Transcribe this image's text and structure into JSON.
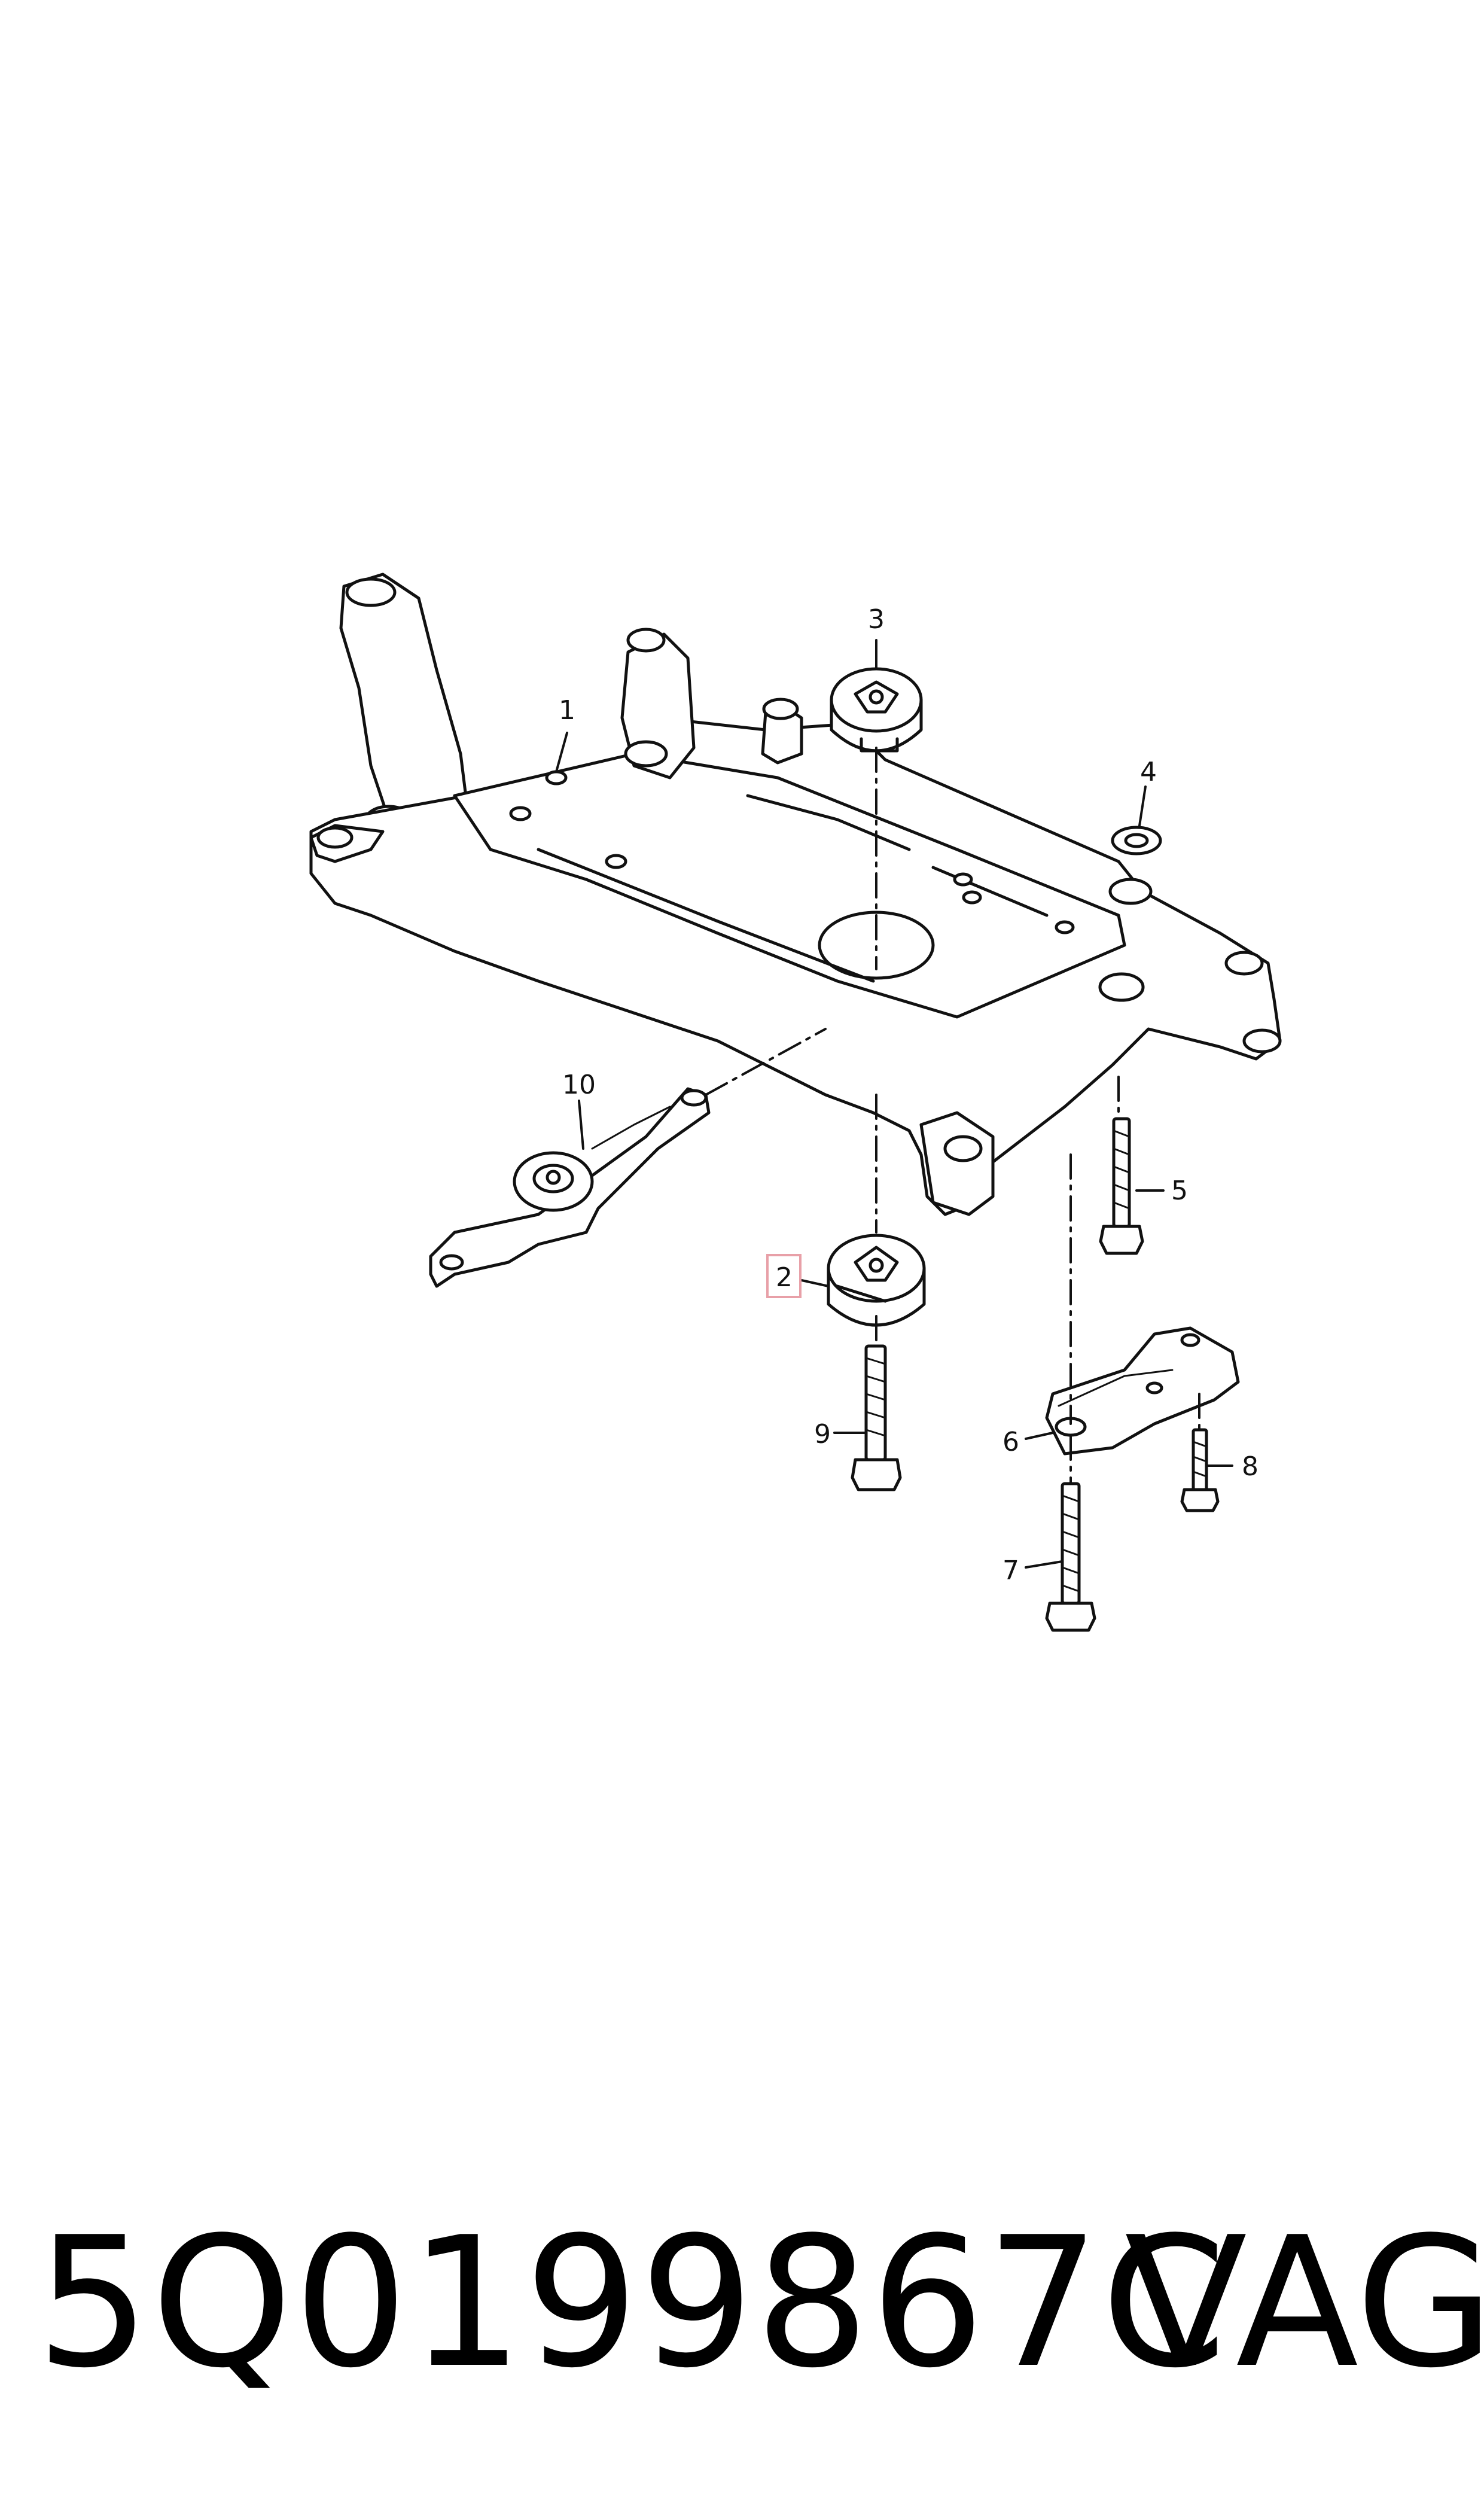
{
  "diagram": {
    "callouts": {
      "c1": "1",
      "c2": "2",
      "c3": "3",
      "c4": "4",
      "c5": "5",
      "c6": "6",
      "c7": "7",
      "c8": "8",
      "c9": "9",
      "c10": "10"
    },
    "highlighted_callout": "2",
    "highlight_color": "#e8a0a8",
    "line_color": "#111111"
  },
  "footer": {
    "part_number": "5Q0199867C",
    "brand": "VAG"
  }
}
